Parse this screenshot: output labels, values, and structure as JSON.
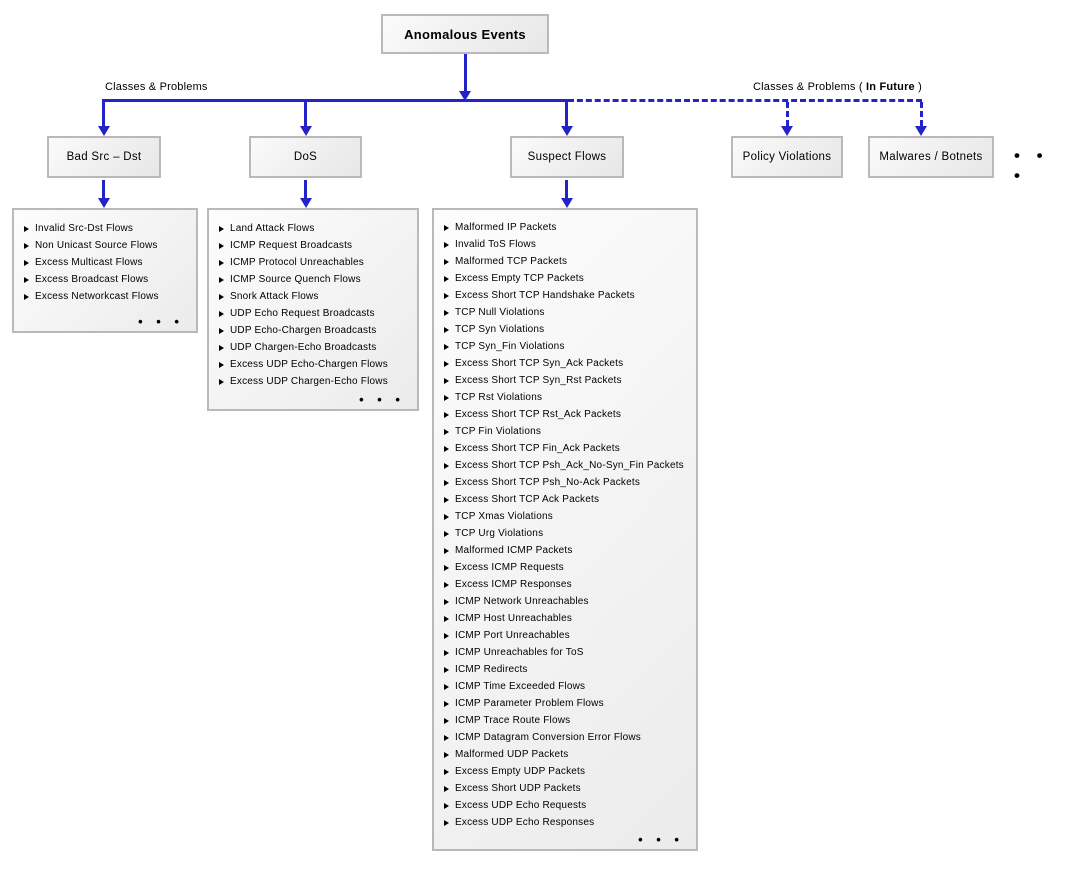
{
  "title": "Anomalous Events",
  "branch_labels": {
    "left": "Classes & Problems",
    "right_prefix": "Classes & Problems ( ",
    "right_bold": "In Future",
    "right_suffix": " )"
  },
  "ellipsis": "• • •",
  "colors": {
    "connector_blue": "#2323c8",
    "box_border": "#b9b9b9"
  },
  "categories": [
    {
      "label": "Bad Src – Dst",
      "items": [
        "Invalid Src-Dst Flows",
        "Non Unicast Source Flows",
        "Excess Multicast Flows",
        "Excess Broadcast Flows",
        "Excess Networkcast Flows"
      ]
    },
    {
      "label": "DoS",
      "items": [
        "Land Attack Flows",
        "ICMP Request Broadcasts",
        "ICMP Protocol Unreachables",
        "ICMP Source Quench Flows",
        "Snork Attack Flows",
        "UDP Echo Request Broadcasts",
        "UDP Echo-Chargen Broadcasts",
        "UDP Chargen-Echo Broadcasts",
        "Excess UDP Echo-Chargen Flows",
        "Excess UDP Chargen-Echo Flows"
      ]
    },
    {
      "label": "Suspect Flows",
      "items": [
        "Malformed IP Packets",
        "Invalid ToS Flows",
        "Malformed TCP Packets",
        "Excess Empty TCP Packets",
        "Excess Short TCP Handshake Packets",
        "TCP Null Violations",
        "TCP Syn Violations",
        "TCP Syn_Fin Violations",
        "Excess Short TCP Syn_Ack Packets",
        "Excess Short TCP Syn_Rst Packets",
        "TCP Rst Violations",
        "Excess Short TCP Rst_Ack Packets",
        "TCP Fin Violations",
        "Excess Short TCP Fin_Ack Packets",
        "Excess Short TCP Psh_Ack_No-Syn_Fin Packets",
        "Excess Short TCP Psh_No-Ack Packets",
        "Excess Short TCP Ack Packets",
        "TCP Xmas Violations",
        "TCP Urg Violations",
        "Malformed ICMP Packets",
        "Excess ICMP Requests",
        "Excess ICMP Responses",
        "ICMP Network Unreachables",
        "ICMP Host Unreachables",
        "ICMP Port Unreachables",
        "ICMP Unreachables for ToS",
        "ICMP Redirects",
        "ICMP Time Exceeded Flows",
        "ICMP Parameter Problem Flows",
        "ICMP Trace Route Flows",
        "ICMP Datagram Conversion Error Flows",
        "Malformed UDP Packets",
        "Excess Empty UDP Packets",
        "Excess Short UDP Packets",
        "Excess UDP Echo Requests",
        "Excess UDP Echo Responses"
      ]
    },
    {
      "label": "Policy Violations",
      "items": []
    },
    {
      "label": "Malwares / Botnets",
      "items": []
    }
  ]
}
